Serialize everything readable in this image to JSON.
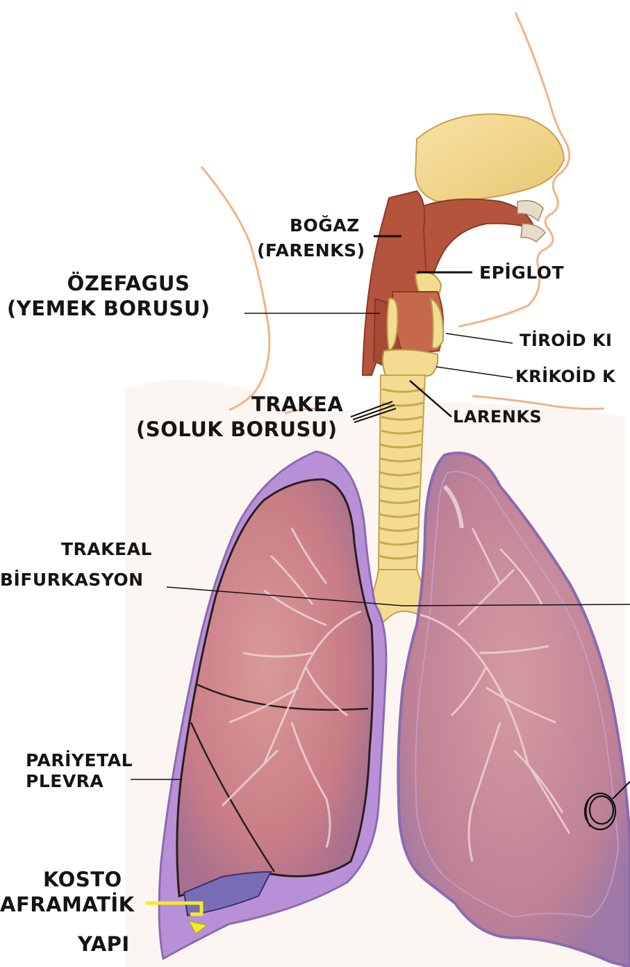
{
  "labels": {
    "bogaz": "BOĞAZ",
    "farenks": "(FARENKS)",
    "epiglot": "EPİGLOT",
    "ozefagus": "ÖZEFAGUS",
    "yemek_borusu": "(YEMEK BORUSU)",
    "tiroid": "TİROİD KI",
    "krikoid": "KRİKOİD K",
    "trakea": "TRAKEA",
    "soluk_borusu": "(SOLUK BORUSU)",
    "larenks": "LARENKS",
    "trakeal": "TRAKEAL",
    "bifurkasyon": "BİFURKASYON",
    "pariyetal": "PARİYETAL",
    "plevra": "PLEVRA",
    "kosto": "KOSTO",
    "aframatik": "AFRAMATİK",
    "yapi": "YAPI"
  },
  "colors": {
    "skin_outline": "#f0b48a",
    "cartilage": "#f3dc92",
    "muscle": "#b4543c",
    "lung_fill": "#c98490",
    "pleura": "#b890d8",
    "label_text": "#141414"
  }
}
